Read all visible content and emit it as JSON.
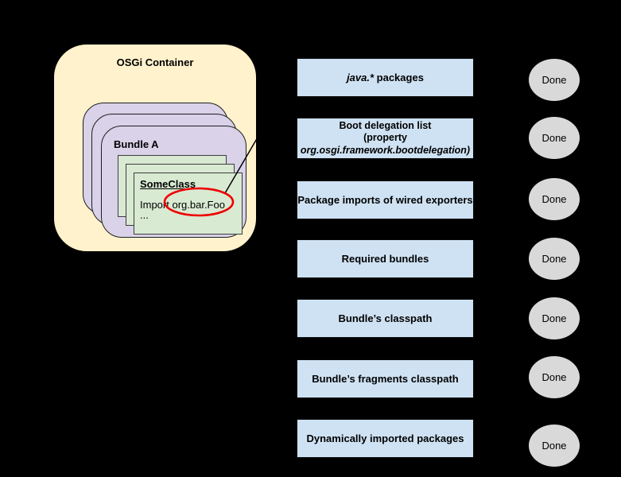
{
  "diagram": {
    "background_color": "#000000",
    "container": {
      "title": "OSGi Container",
      "fill": "#fff2cc"
    },
    "bundle": {
      "label": "Bundle A",
      "fill": "#d9d2e9"
    },
    "class_card": {
      "title": "SomeClass",
      "import_prefix": "Import ",
      "imported_package": "org.bar.Foo",
      "ellipsis": "...",
      "fill": "#d9ead3",
      "highlight_color": "#ee0000"
    },
    "steps": [
      {
        "name": "java-packages",
        "lines": [
          [
            {
              "t": "java.*",
              "i": true
            },
            {
              "t": " packages"
            }
          ]
        ]
      },
      {
        "name": "boot-delegation-list",
        "lines": [
          [
            {
              "t": "Boot delegation list"
            }
          ],
          [
            {
              "t": "(property"
            }
          ],
          [
            {
              "t": "org.osgi.framework.bootdelegation)",
              "i": true
            }
          ]
        ]
      },
      {
        "name": "package-imports-wired-exporters",
        "lines": [
          [
            {
              "t": "Package imports of wired exporters"
            }
          ]
        ]
      },
      {
        "name": "required-bundles",
        "lines": [
          [
            {
              "t": "Required bundles"
            }
          ]
        ]
      },
      {
        "name": "bundle-classpath",
        "lines": [
          [
            {
              "t": "Bundle’s classpath"
            }
          ]
        ]
      },
      {
        "name": "bundle-fragments-classpath",
        "lines": [
          [
            {
              "t": "Bundle’s fragments classpath"
            }
          ]
        ]
      },
      {
        "name": "dynamically-imported-packages",
        "lines": [
          [
            {
              "t": "Dynamically imported packages"
            }
          ]
        ]
      }
    ],
    "step_fill": "#cfe2f3",
    "done_label": "Done",
    "done_fill": "#d9d9d9"
  }
}
